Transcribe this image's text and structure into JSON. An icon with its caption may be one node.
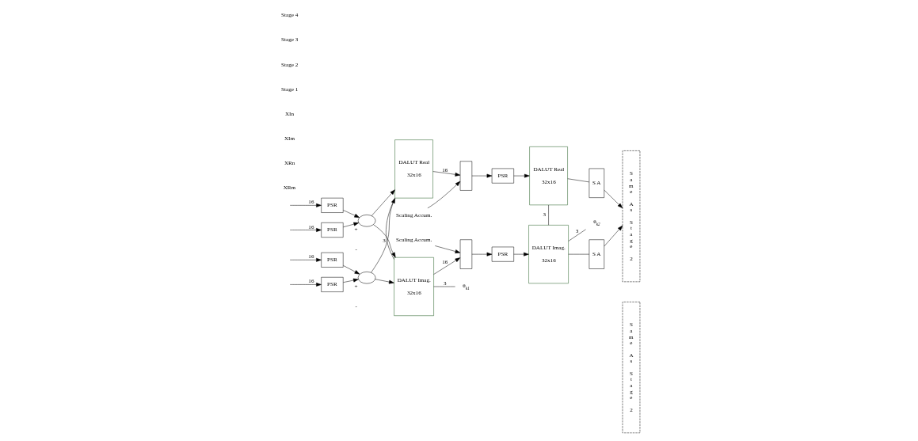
{
  "diagram": {
    "nodes": [
      {
        "text": [
          "PSR"
        ]
      },
      {
        "text": [
          "PSR"
        ]
      },
      {
        "text": [
          "PSR"
        ]
      },
      {
        "text": [
          "PSR"
        ]
      },
      {
        "text": [],
        "shape": "ellipse",
        "beside": [
          "+",
          "-"
        ]
      },
      {
        "text": [],
        "shape": "ellipse",
        "beside": [
          "+",
          "-"
        ]
      },
      {
        "text": [
          "DALUT Real",
          "32x16"
        ]
      },
      {
        "text": [
          "DALUT Imag.",
          "32x16"
        ]
      },
      {
        "text": [],
        "shape": "box"
      },
      {
        "text": [],
        "shape": "box"
      },
      {
        "text": [
          "PSR"
        ]
      },
      {
        "text": [
          "PSR"
        ]
      },
      {
        "text": [
          "DALUT Real",
          "32x16"
        ]
      },
      {
        "text": [
          "DALUT Imag.",
          "32x16"
        ]
      },
      {
        "text": [
          "S A"
        ]
      },
      {
        "text": [
          "S A"
        ]
      },
      {
        "text": [
          "Scaling Accum."
        ]
      },
      {
        "text": [
          "Scaling Accum."
        ]
      },
      {
        "text": [
          "θ$_{k1}$"
        ]
      },
      {
        "text": [
          "θ$_{k2}$"
        ]
      },
      {
        "text": [
          "Same As Stage 2"
        ]
      },
      {
        "text": [
          "Same As Stage 2"
        ]
      }
    ],
    "edges": [
      {
        "from": null,
        "to": 0,
        "arrow": "to",
        "label": "16"
      },
      {
        "from": null,
        "to": 1,
        "arrow": "to",
        "label": "16"
      },
      {
        "from": null,
        "to": 2,
        "arrow": "to",
        "label": "16"
      },
      {
        "from": null,
        "to": 3,
        "arrow": "to",
        "label": "16"
      },
      {
        "from": 0,
        "to": 4,
        "arrow": "to"
      },
      {
        "from": 1,
        "to": 4,
        "arrow": "to"
      },
      {
        "from": 2,
        "to": 5,
        "arrow": "to"
      },
      {
        "from": 3,
        "to": 5,
        "arrow": "to"
      },
      {
        "from": 4,
        "to": 6,
        "arrow": "to"
      },
      {
        "from": 4,
        "to": 7,
        "arrow": "to"
      },
      {
        "from": 5,
        "to": 6,
        "arrow": "to"
      },
      {
        "from": 5,
        "to": 7,
        "arrow": "to"
      },
      {
        "from": 6,
        "to": 7,
        "arrow": "none",
        "label": "3"
      },
      {
        "from": 7,
        "to": 18,
        "arrow": "none",
        "label": "3"
      },
      {
        "from": 6,
        "to": 8,
        "arrow": "to",
        "label": "16"
      },
      {
        "from": 7,
        "to": 9,
        "arrow": "to",
        "label": "16"
      },
      {
        "from": 16,
        "to": 8,
        "arrow": "to"
      },
      {
        "from": 17,
        "to": 9,
        "arrow": "to"
      },
      {
        "from": 8,
        "to": 10,
        "arrow": "to"
      },
      {
        "from": 9,
        "to": 11,
        "arrow": "to"
      },
      {
        "from": 10,
        "to": 12,
        "arrow": "to"
      },
      {
        "from": 11,
        "to": 13,
        "arrow": "to"
      },
      {
        "from": 12,
        "to": 13,
        "arrow": "none",
        "label": "3"
      },
      {
        "from": 13,
        "to": 19,
        "arrow": "none",
        "label": "3"
      },
      {
        "from": 12,
        "to": 14,
        "arrow": "none"
      },
      {
        "from": 13,
        "to": 15,
        "arrow": "none"
      },
      {
        "from": 14,
        "to": 20,
        "arrow": "to"
      },
      {
        "from": 15,
        "to": 20,
        "arrow": "to"
      }
    ],
    "labels": [
      "XRm",
      "XRn",
      "XIm",
      "XIn",
      "Stage 1",
      "Stage 2",
      "Stage 3",
      "Stage 4"
    ]
  }
}
